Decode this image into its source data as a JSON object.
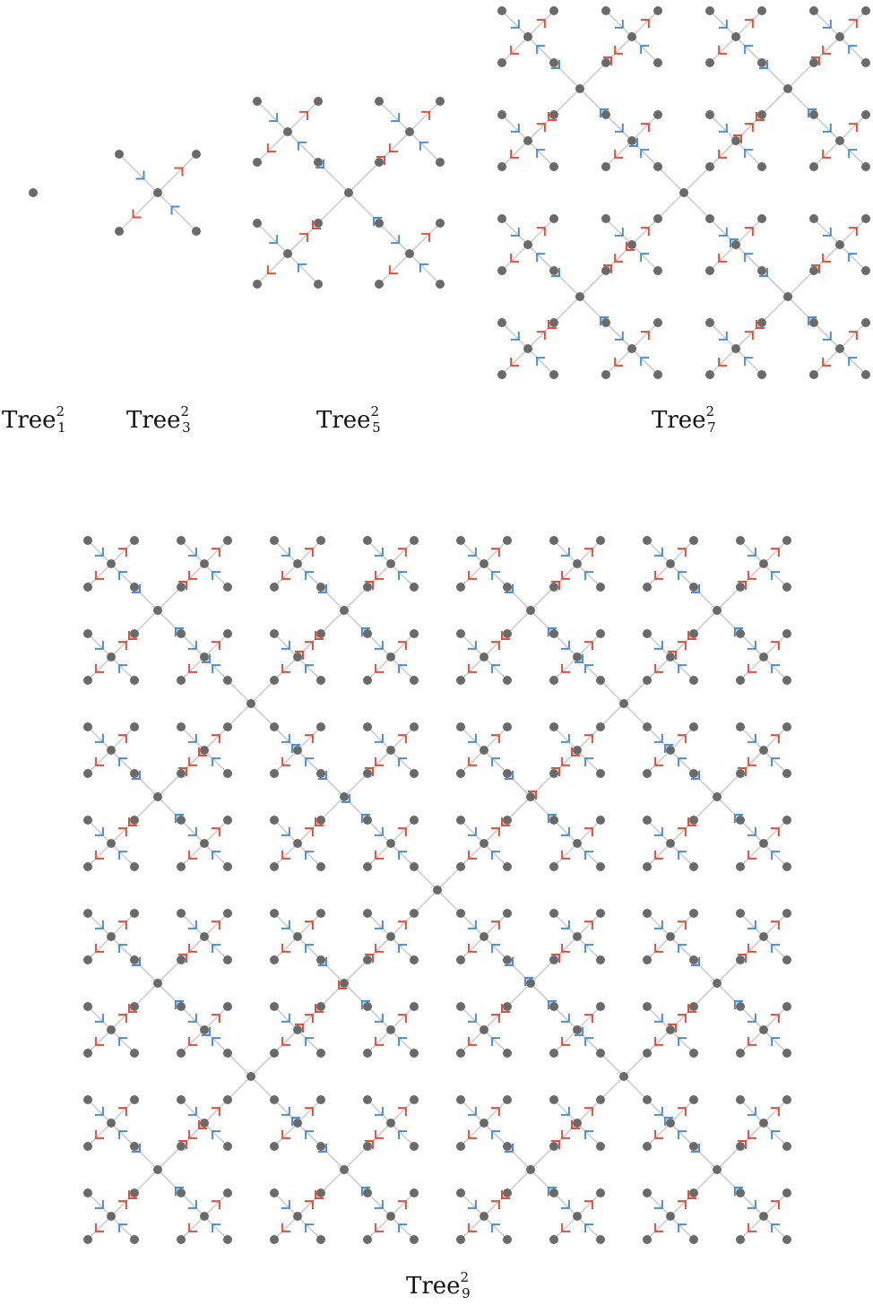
{
  "colors": {
    "edge": "#cfcfcf",
    "node": "#6a6a6a",
    "arrow_out": "#e0503f",
    "arrow_in": "#4f8fcf",
    "text": "#111111"
  },
  "trees": [
    {
      "base": "Tree",
      "sup": "2",
      "sub": "1",
      "depth": 0
    },
    {
      "base": "Tree",
      "sup": "2",
      "sub": "3",
      "depth": 1
    },
    {
      "base": "Tree",
      "sup": "2",
      "sub": "5",
      "depth": 2
    },
    {
      "base": "Tree",
      "sup": "2",
      "sub": "7",
      "depth": 3
    },
    {
      "base": "Tree",
      "sup": "2",
      "sub": "9",
      "depth": 4
    }
  ]
}
